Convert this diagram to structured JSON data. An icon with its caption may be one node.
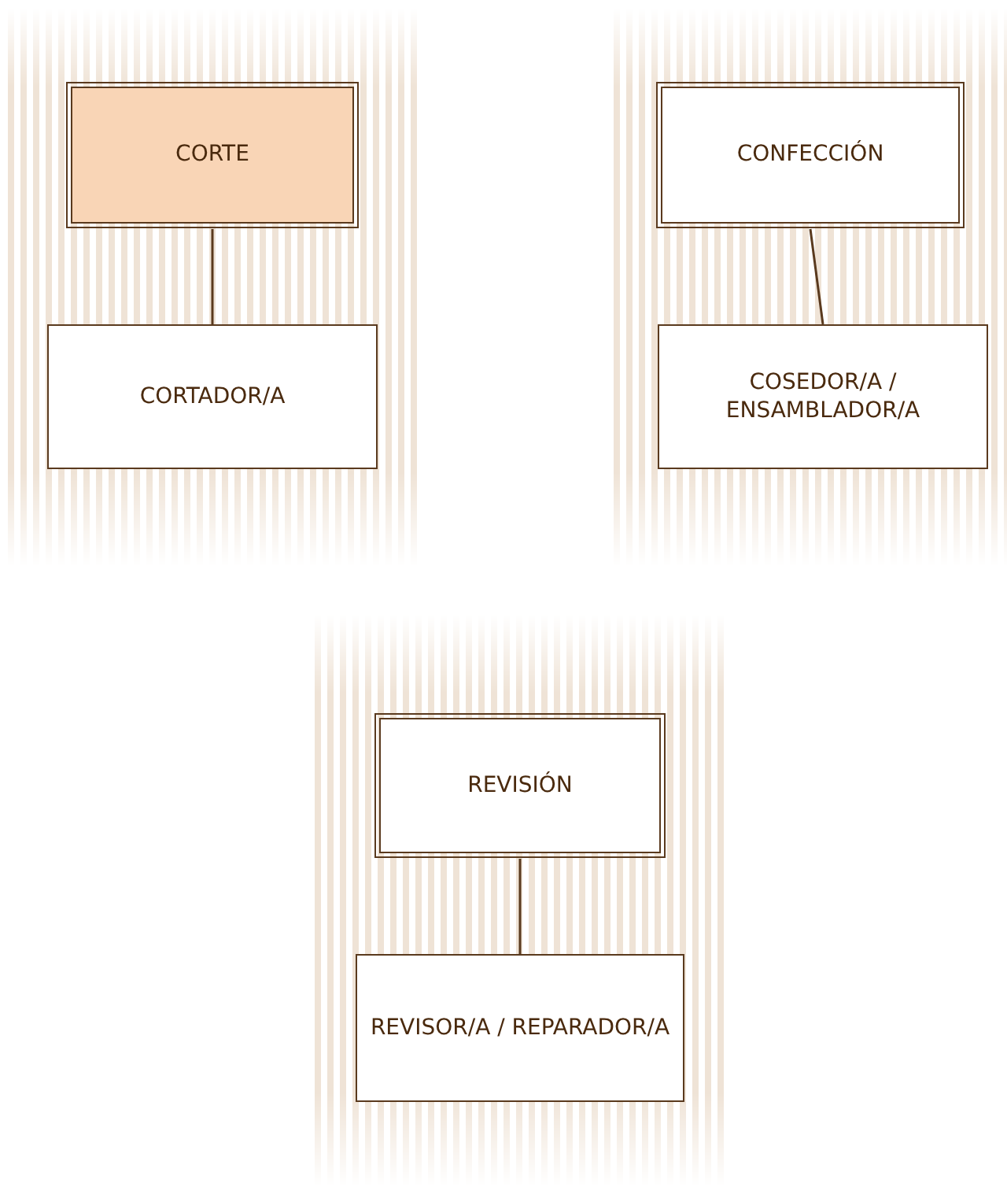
{
  "diagram": {
    "nodes": [
      {
        "text": [
          "CORTE"
        ]
      },
      {
        "text": [
          "CORTADOR/A"
        ]
      },
      {
        "text": [
          "CONFECCIÓN"
        ]
      },
      {
        "text": [
          "COSEDOR/A / ENSAMBLADOR/A"
        ]
      },
      {
        "text": [
          "REVISIÓN"
        ]
      },
      {
        "text": [
          "REVISOR/A / REPARADOR/A"
        ]
      }
    ],
    "edges": [
      {
        "from": 0,
        "to": 1,
        "arrow": "none"
      },
      {
        "from": 2,
        "to": 3,
        "arrow": "none"
      },
      {
        "from": 4,
        "to": 5,
        "arrow": "none"
      }
    ]
  }
}
